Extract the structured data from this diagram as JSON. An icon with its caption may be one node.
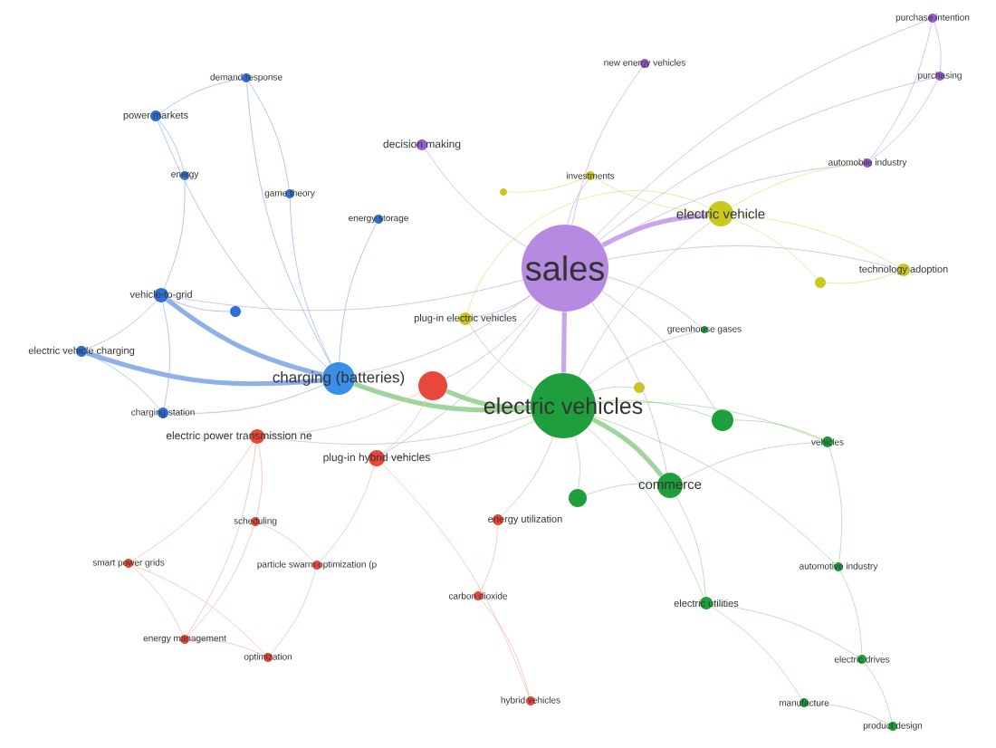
{
  "diagram": {
    "nodes": [
      {
        "text": [
          "sales"
        ]
      },
      {
        "text": [
          "electric vehicles"
        ]
      },
      {
        "text": [
          "charging (batteries)"
        ]
      },
      {
        "text": [
          "electric vehicle"
        ]
      },
      {
        "text": [
          "commerce"
        ]
      },
      {
        "text": [
          "decision making"
        ]
      },
      {
        "text": [
          "new energy vehicles"
        ]
      },
      {
        "text": [
          "purchase intention"
        ]
      },
      {
        "text": [
          "purchasing"
        ]
      },
      {
        "text": [
          "automobile industry"
        ]
      },
      {
        "text": [
          "investments"
        ]
      },
      {
        "text": [
          "technology adoption"
        ]
      },
      {
        "text": [
          "plug-in electric vehicles"
        ]
      },
      {
        "text": [
          "greenhouse gases"
        ]
      },
      {
        "text": [
          "demand response"
        ]
      },
      {
        "text": [
          "power markets"
        ]
      },
      {
        "text": [
          "energy"
        ]
      },
      {
        "text": [
          "game theory"
        ]
      },
      {
        "text": [
          "energy storage"
        ]
      },
      {
        "text": [
          "vehicle-to-grid"
        ]
      },
      {
        "text": [
          "electric vehicle charging"
        ]
      },
      {
        "text": [
          "charging station"
        ]
      },
      {
        "text": [
          "electric power transmission ne"
        ]
      },
      {
        "text": [
          "plug-in hybrid vehicles"
        ]
      },
      {
        "text": [
          "scheduling"
        ]
      },
      {
        "text": [
          "smart power grids"
        ]
      },
      {
        "text": [
          "particle swarm optimization (p"
        ]
      },
      {
        "text": [
          "energy utilization"
        ]
      },
      {
        "text": [
          "carbon dioxide"
        ]
      },
      {
        "text": [
          "energy management"
        ]
      },
      {
        "text": [
          "optimization"
        ]
      },
      {
        "text": [
          "hybrid vehicles"
        ]
      },
      {
        "text": [
          "vehicles"
        ]
      },
      {
        "text": [
          "electric utilities"
        ]
      },
      {
        "text": [
          "automotive industry"
        ]
      },
      {
        "text": [
          "electric drives"
        ]
      },
      {
        "text": [
          "manufacture"
        ]
      },
      {
        "text": [
          "product design"
        ]
      },
      {
        "text": [],
        "shape": "circle"
      },
      {
        "text": [],
        "shape": "circle"
      },
      {
        "text": [],
        "shape": "circle"
      },
      {
        "text": [],
        "shape": "circle"
      },
      {
        "text": [],
        "shape": "circle"
      },
      {
        "text": [],
        "shape": "circle"
      },
      {
        "text": [],
        "shape": "circle"
      }
    ],
    "edges": [
      {
        "from": 0,
        "to": 1,
        "arrow": "none",
        "style": "thick",
        "color": "#c9a6e8"
      },
      {
        "from": 0,
        "to": 2,
        "arrow": "none",
        "color": "#c9a6e8"
      },
      {
        "from": 0,
        "to": 3,
        "arrow": "none",
        "style": "thick",
        "color": "#c9a6e8"
      },
      {
        "from": 0,
        "to": 4,
        "arrow": "none",
        "color": "#c9a6e8"
      },
      {
        "from": 0,
        "to": 5,
        "arrow": "none",
        "color": "#c9a6e8"
      },
      {
        "from": 0,
        "to": 6,
        "arrow": "none",
        "color": "#c9a6e8"
      },
      {
        "from": 0,
        "to": 7,
        "arrow": "none",
        "color": "#c9a6e8"
      },
      {
        "from": 0,
        "to": 8,
        "arrow": "none",
        "color": "#c9a6e8"
      },
      {
        "from": 0,
        "to": 9,
        "arrow": "none",
        "color": "#c9a6e8"
      },
      {
        "from": 0,
        "to": 10,
        "arrow": "none",
        "color": "#c9a6e8"
      },
      {
        "from": 0,
        "to": 11,
        "arrow": "none",
        "color": "#c9a6e8"
      },
      {
        "from": 0,
        "to": 12,
        "arrow": "none",
        "color": "#c9a6e8"
      },
      {
        "from": 0,
        "to": 13,
        "arrow": "none",
        "color": "#c9a6e8"
      },
      {
        "from": 0,
        "to": 19,
        "arrow": "none",
        "color": "#c9a6e8"
      },
      {
        "from": 0,
        "to": 23,
        "arrow": "none",
        "color": "#c9a6e8"
      },
      {
        "from": 0,
        "to": 39,
        "arrow": "none",
        "color": "#c9a6e8"
      },
      {
        "from": 0,
        "to": 43,
        "arrow": "none",
        "color": "#c9a6e8"
      },
      {
        "from": 1,
        "to": 2,
        "arrow": "none",
        "style": "thick",
        "color": "#9fd49a"
      },
      {
        "from": 1,
        "to": 3,
        "arrow": "none",
        "color": "#9fd49a"
      },
      {
        "from": 1,
        "to": 4,
        "arrow": "none",
        "style": "thick",
        "color": "#9fd49a"
      },
      {
        "from": 1,
        "to": 13,
        "arrow": "none",
        "color": "#9fd49a"
      },
      {
        "from": 1,
        "to": 22,
        "arrow": "none",
        "color": "#9fd49a"
      },
      {
        "from": 1,
        "to": 23,
        "arrow": "none",
        "color": "#9fd49a"
      },
      {
        "from": 1,
        "to": 27,
        "arrow": "none",
        "color": "#9fd49a"
      },
      {
        "from": 1,
        "to": 32,
        "arrow": "none",
        "color": "#9fd49a"
      },
      {
        "from": 1,
        "to": 33,
        "arrow": "none",
        "color": "#9fd49a"
      },
      {
        "from": 1,
        "to": 34,
        "arrow": "none",
        "color": "#9fd49a"
      },
      {
        "from": 1,
        "to": 39,
        "arrow": "none",
        "style": "thick",
        "color": "#9fd49a"
      },
      {
        "from": 1,
        "to": 43,
        "arrow": "none",
        "color": "#9fd49a"
      },
      {
        "from": 1,
        "to": 41,
        "arrow": "none",
        "color": "#9fd49a"
      },
      {
        "from": 1,
        "to": 42,
        "arrow": "none",
        "color": "#9fd49a"
      },
      {
        "from": 1,
        "to": 12,
        "arrow": "none",
        "color": "#9fd49a"
      },
      {
        "from": 2,
        "to": 19,
        "arrow": "none",
        "style": "thick",
        "color": "#8fb0e8"
      },
      {
        "from": 2,
        "to": 20,
        "arrow": "none",
        "style": "thick",
        "color": "#8fb0e8"
      },
      {
        "from": 2,
        "to": 21,
        "arrow": "none",
        "color": "#8fb0e8"
      },
      {
        "from": 2,
        "to": 14,
        "arrow": "none",
        "color": "#8fb0e8"
      },
      {
        "from": 2,
        "to": 15,
        "arrow": "none",
        "color": "#8fb0e8"
      },
      {
        "from": 2,
        "to": 17,
        "arrow": "none",
        "color": "#8fb0e8"
      },
      {
        "from": 2,
        "to": 18,
        "arrow": "none",
        "color": "#8fb0e8"
      },
      {
        "from": 15,
        "to": 14,
        "arrow": "none",
        "color": "#8fb0e8"
      },
      {
        "from": 15,
        "to": 16,
        "arrow": "none",
        "color": "#8fb0e8"
      },
      {
        "from": 19,
        "to": 20,
        "arrow": "none",
        "color": "#8fb0e8"
      },
      {
        "from": 19,
        "to": 21,
        "arrow": "none",
        "color": "#8fb0e8"
      },
      {
        "from": 20,
        "to": 21,
        "arrow": "none",
        "color": "#8fb0e8"
      },
      {
        "from": 14,
        "to": 17,
        "arrow": "none",
        "color": "#8fb0e8"
      },
      {
        "from": 16,
        "to": 19,
        "arrow": "none",
        "color": "#8fb0e8"
      },
      {
        "from": 38,
        "to": 19,
        "arrow": "none",
        "color": "#8fb0e8"
      },
      {
        "from": 39,
        "to": 22,
        "arrow": "none",
        "color": "#f0b4a8"
      },
      {
        "from": 39,
        "to": 23,
        "arrow": "none",
        "color": "#f0b4a8"
      },
      {
        "from": 22,
        "to": 25,
        "arrow": "none",
        "color": "#f0b4a8"
      },
      {
        "from": 22,
        "to": 24,
        "arrow": "none",
        "color": "#f0b4a8"
      },
      {
        "from": 23,
        "to": 26,
        "arrow": "none",
        "color": "#f0b4a8"
      },
      {
        "from": 25,
        "to": 29,
        "arrow": "none",
        "color": "#f0b4a8"
      },
      {
        "from": 25,
        "to": 30,
        "arrow": "none",
        "color": "#f0b4a8"
      },
      {
        "from": 26,
        "to": 30,
        "arrow": "none",
        "color": "#f0b4a8"
      },
      {
        "from": 29,
        "to": 30,
        "arrow": "none",
        "color": "#f0b4a8"
      },
      {
        "from": 24,
        "to": 29,
        "arrow": "none",
        "color": "#f0b4a8"
      },
      {
        "from": 22,
        "to": 29,
        "arrow": "none",
        "color": "#f0b4a8"
      },
      {
        "from": 27,
        "to": 28,
        "arrow": "none",
        "color": "#f0b4a8"
      },
      {
        "from": 28,
        "to": 31,
        "arrow": "none",
        "color": "#f0b4a8"
      },
      {
        "from": 23,
        "to": 31,
        "arrow": "none",
        "color": "#f0b4a8"
      },
      {
        "from": 24,
        "to": 26,
        "arrow": "none",
        "color": "#f0b4a8"
      },
      {
        "from": 3,
        "to": 10,
        "arrow": "none",
        "color": "#e0e07a"
      },
      {
        "from": 3,
        "to": 11,
        "arrow": "none",
        "color": "#e0e07a"
      },
      {
        "from": 3,
        "to": 44,
        "arrow": "none",
        "color": "#e0e07a"
      },
      {
        "from": 3,
        "to": 12,
        "arrow": "none",
        "color": "#e0e07a"
      },
      {
        "from": 10,
        "to": 40,
        "arrow": "none",
        "color": "#e0e07a"
      },
      {
        "from": 11,
        "to": 44,
        "arrow": "none",
        "color": "#e0e07a"
      },
      {
        "from": 3,
        "to": 9,
        "arrow": "none",
        "color": "#e0e07a"
      },
      {
        "from": 7,
        "to": 8,
        "arrow": "none",
        "color": "#c9a6e8"
      },
      {
        "from": 8,
        "to": 9,
        "arrow": "none",
        "color": "#c9a6e8"
      },
      {
        "from": 7,
        "to": 9,
        "arrow": "none",
        "color": "#c9a6e8"
      },
      {
        "from": 4,
        "to": 32,
        "arrow": "none",
        "color": "#9fd49a"
      },
      {
        "from": 4,
        "to": 33,
        "arrow": "none",
        "color": "#9fd49a"
      },
      {
        "from": 33,
        "to": 35,
        "arrow": "none",
        "color": "#9fd49a"
      },
      {
        "from": 34,
        "to": 35,
        "arrow": "none",
        "color": "#9fd49a"
      },
      {
        "from": 35,
        "to": 37,
        "arrow": "none",
        "color": "#9fd49a"
      },
      {
        "from": 36,
        "to": 37,
        "arrow": "none",
        "color": "#9fd49a"
      },
      {
        "from": 32,
        "to": 34,
        "arrow": "none",
        "color": "#9fd49a"
      },
      {
        "from": 43,
        "to": 32,
        "arrow": "none",
        "color": "#9fd49a"
      },
      {
        "from": 41,
        "to": 4,
        "arrow": "none",
        "color": "#9fd49a"
      },
      {
        "from": 33,
        "to": 36,
        "arrow": "none",
        "color": "#9fd49a"
      }
    ]
  }
}
